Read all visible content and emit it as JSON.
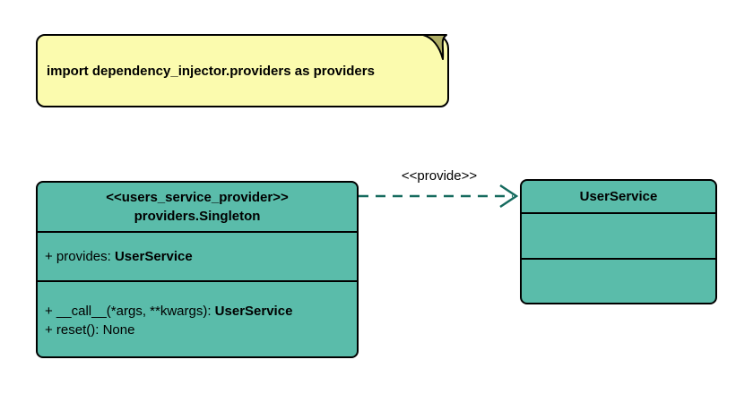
{
  "diagram": {
    "background": "#ffffff",
    "shape_fill": "#5ABCAA",
    "shape_border": "#000000"
  },
  "note": {
    "text": "import dependency_injector.providers as providers",
    "fill": "#FBFBAE",
    "fold_color": "#AEAD64"
  },
  "provider_class": {
    "stereotype": "<<users_service_provider>>",
    "name": "providers.Singleton",
    "attributes": [
      {
        "prefix": "+ provides: ",
        "type": "UserService"
      }
    ],
    "methods": [
      {
        "prefix": "+ __call__(*args, **kwargs): ",
        "type": "UserService"
      },
      {
        "prefix": "+ reset(): None",
        "type": ""
      }
    ]
  },
  "service_class": {
    "name": "UserService"
  },
  "edge": {
    "label": "<<provide>>",
    "color": "#156A5E"
  }
}
